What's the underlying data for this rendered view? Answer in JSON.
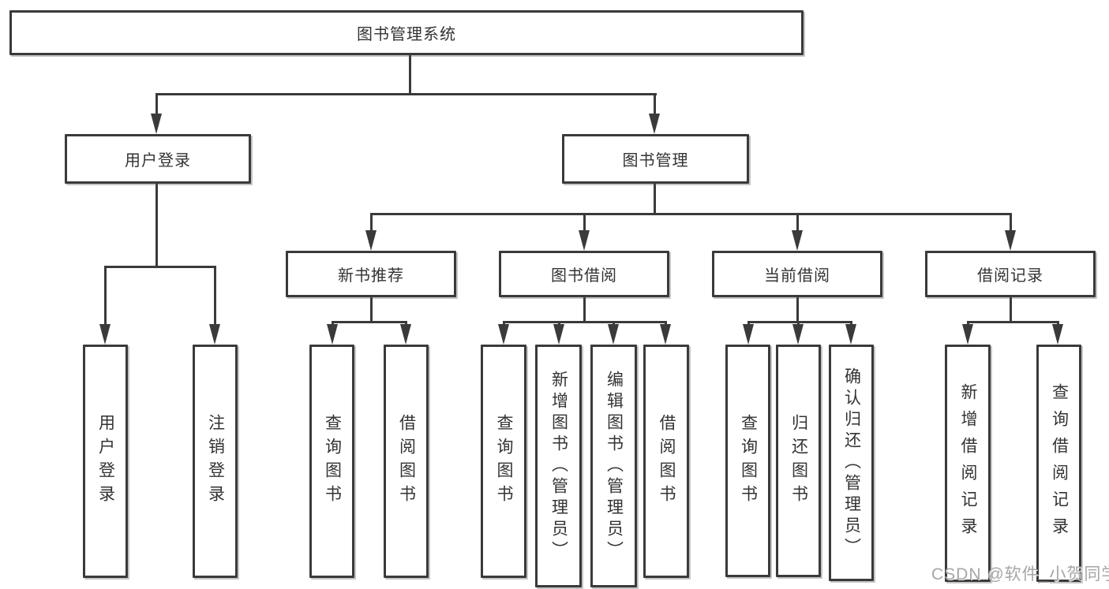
{
  "diagram_title": "图书管理系统",
  "tree": {
    "root": {
      "label": "图书管理系统",
      "children": [
        {
          "label": "用户登录",
          "children": [
            {
              "label": "用户登录"
            },
            {
              "label": "注销登录"
            }
          ]
        },
        {
          "label": "图书管理",
          "children": [
            {
              "label": "新书推荐",
              "children": [
                {
                  "label": "查询图书"
                },
                {
                  "label": "借阅图书"
                }
              ]
            },
            {
              "label": "图书借阅",
              "children": [
                {
                  "label": "查询图书"
                },
                {
                  "label": "新增图书（管理员）"
                },
                {
                  "label": "编辑图书（管理员）"
                },
                {
                  "label": "借阅图书"
                }
              ]
            },
            {
              "label": "当前借阅",
              "children": [
                {
                  "label": "查询图书"
                },
                {
                  "label": "归还图书"
                },
                {
                  "label": "确认归还（管理员）"
                }
              ]
            },
            {
              "label": "借阅记录",
              "children": [
                {
                  "label": "新增借阅记录"
                },
                {
                  "label": "查询借阅记录"
                }
              ]
            }
          ]
        }
      ]
    }
  },
  "watermark": {
    "text": "CSDN @软件_小贺同学"
  },
  "colors": {
    "line": "#3a3a3a",
    "box_border": "#3a3a3a",
    "text": "#333333",
    "watermark": "#a6a6a6",
    "background": "#ffffff"
  }
}
